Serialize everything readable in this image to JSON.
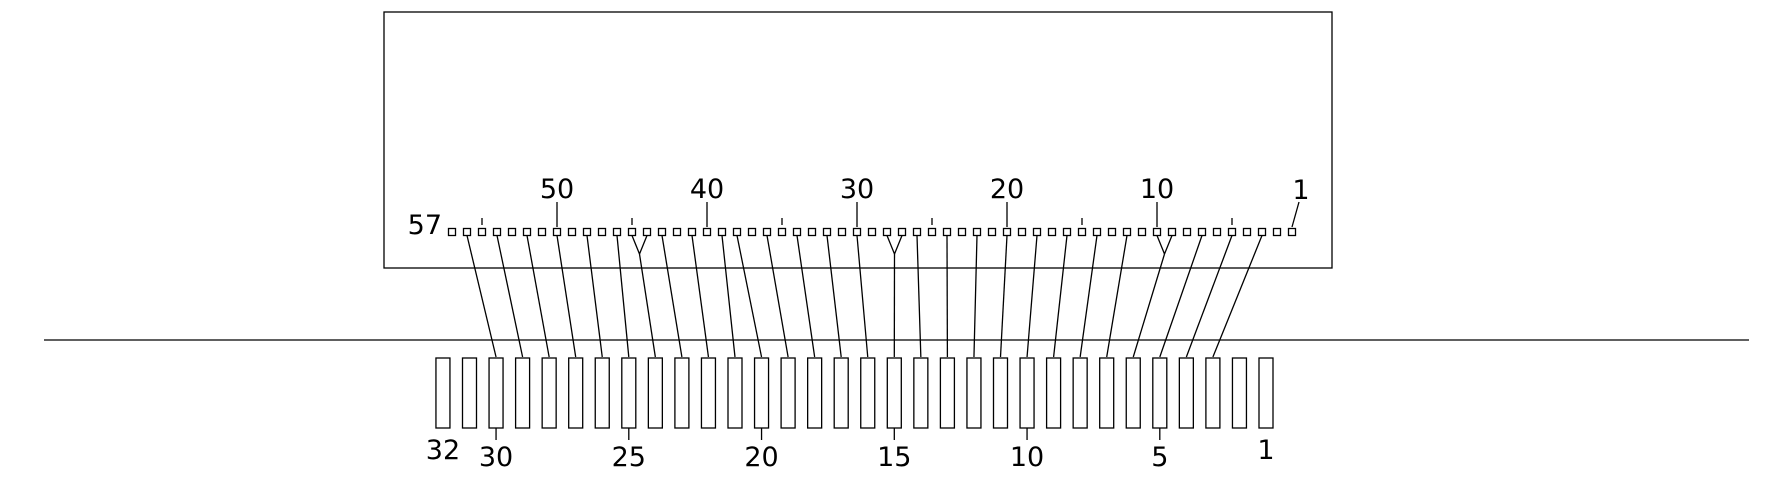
{
  "diagram": {
    "title": "",
    "lcd_pads": {
      "count": 57,
      "labels": [
        {
          "index": 57,
          "text": "57"
        },
        {
          "index": 50,
          "text": "50"
        },
        {
          "index": 40,
          "text": "40"
        },
        {
          "index": 30,
          "text": "30"
        },
        {
          "index": 20,
          "text": "20"
        },
        {
          "index": 10,
          "text": "10"
        },
        {
          "index": 1,
          "text": "1"
        }
      ],
      "minor_ticks": [
        55,
        45,
        35,
        25,
        15,
        5
      ]
    },
    "connector_pins": {
      "count": 32,
      "labels": [
        {
          "index": 32,
          "text": "32"
        },
        {
          "index": 30,
          "text": "30"
        },
        {
          "index": 25,
          "text": "25"
        },
        {
          "index": 20,
          "text": "20"
        },
        {
          "index": 15,
          "text": "15"
        },
        {
          "index": 10,
          "text": "10"
        },
        {
          "index": 5,
          "text": "5"
        },
        {
          "index": 1,
          "text": "1"
        }
      ]
    },
    "wiring": [
      {
        "pin": 3,
        "pads": [
          3
        ]
      },
      {
        "pin": 4,
        "pads": [
          5
        ]
      },
      {
        "pin": 5,
        "pads": [
          7
        ]
      },
      {
        "pin": 6,
        "pads": [
          9,
          10
        ]
      },
      {
        "pin": 7,
        "pads": [
          12
        ]
      },
      {
        "pin": 8,
        "pads": [
          14
        ]
      },
      {
        "pin": 9,
        "pads": [
          16
        ]
      },
      {
        "pin": 10,
        "pads": [
          18
        ]
      },
      {
        "pin": 11,
        "pads": [
          20
        ]
      },
      {
        "pin": 12,
        "pads": [
          22
        ]
      },
      {
        "pin": 13,
        "pads": [
          24
        ]
      },
      {
        "pin": 14,
        "pads": [
          26
        ]
      },
      {
        "pin": 15,
        "pads": [
          27,
          28
        ]
      },
      {
        "pin": 16,
        "pads": [
          30
        ]
      },
      {
        "pin": 17,
        "pads": [
          32
        ]
      },
      {
        "pin": 18,
        "pads": [
          34
        ]
      },
      {
        "pin": 19,
        "pads": [
          36
        ]
      },
      {
        "pin": 20,
        "pads": [
          38
        ]
      },
      {
        "pin": 21,
        "pads": [
          39
        ]
      },
      {
        "pin": 22,
        "pads": [
          41
        ]
      },
      {
        "pin": 23,
        "pads": [
          43
        ]
      },
      {
        "pin": 24,
        "pads": [
          44,
          45
        ]
      },
      {
        "pin": 25,
        "pads": [
          46
        ]
      },
      {
        "pin": 26,
        "pads": [
          48
        ]
      },
      {
        "pin": 27,
        "pads": [
          50
        ]
      },
      {
        "pin": 28,
        "pads": [
          52
        ]
      },
      {
        "pin": 29,
        "pads": [
          54
        ]
      },
      {
        "pin": 30,
        "pads": [
          56
        ]
      }
    ]
  }
}
